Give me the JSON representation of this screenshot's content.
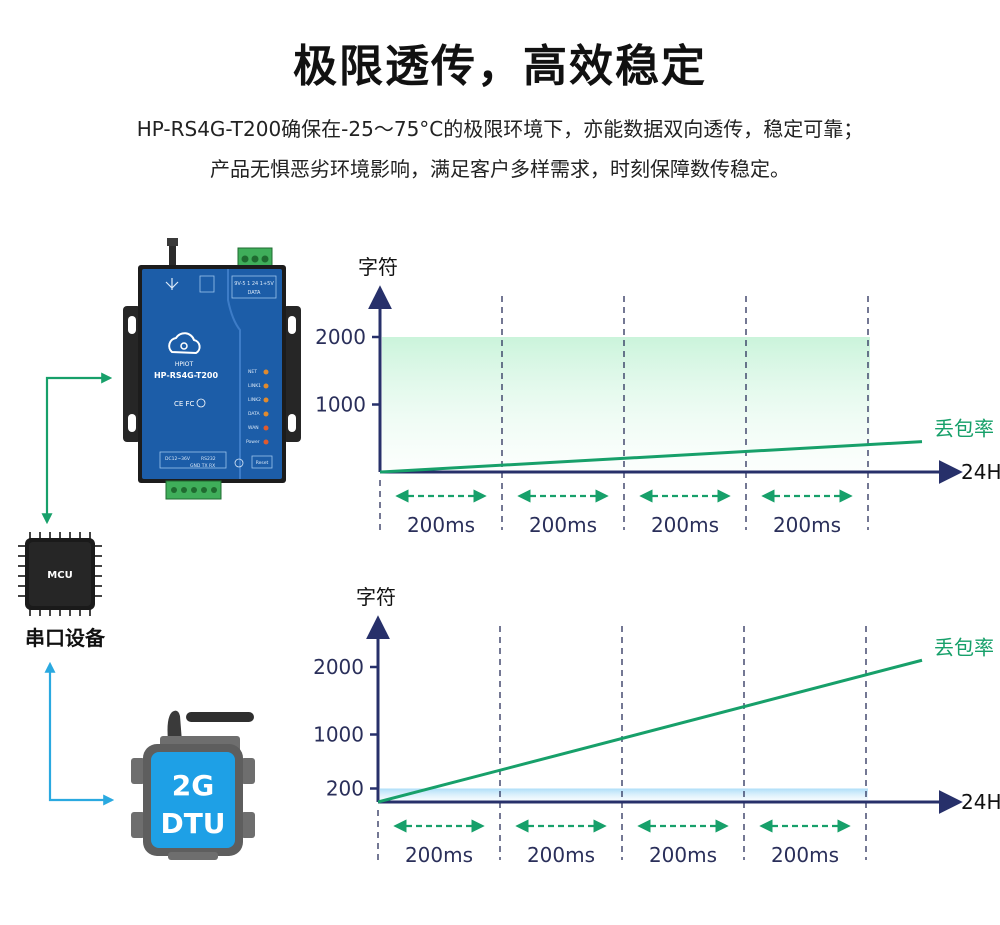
{
  "header": {
    "title": "极限透传，高效稳定",
    "desc_line1": "HP-RS4G-T200确保在-25～75°C的极限环境下，亦能数据双向透传，稳定可靠；",
    "desc_line2": "产品无惧恶劣环境影响，满足客户多样需求，时刻保障数传稳定。"
  },
  "devices": {
    "router": {
      "brand": "HPIOT",
      "model": "HP-RS4G-T200",
      "leds": [
        "NET",
        "LINK1",
        "LINK2",
        "DATA",
        "WAN",
        "Power"
      ],
      "cert": "CE FC",
      "bottom_left": "DC12~36V",
      "bottom_right": "RS232",
      "pins": "GND TX RX",
      "reset": "Reset",
      "terminal": "9V-5 1 24 1+5V",
      "terminal2": "DATA"
    },
    "mcu": {
      "chip_label": "MCU",
      "caption": "串口设备"
    },
    "dtu": {
      "line1": "2G",
      "line2": "DTU"
    }
  },
  "colors": {
    "green": "#17a06a",
    "blue": "#2aa9e0",
    "axis": "#27306a",
    "device_blue": "#1c5da8",
    "dtu_blue": "#1ea0e6"
  },
  "chart_data": [
    {
      "type": "line",
      "ylabel": "字符",
      "xlabel": "24H",
      "yticks": [
        1000,
        2000
      ],
      "ylim": [
        0,
        2700
      ],
      "intervals": [
        "200ms",
        "200ms",
        "200ms",
        "200ms"
      ],
      "band": {
        "from": 0,
        "to": 2000
      },
      "series": [
        {
          "name": "丢包率",
          "values": [
            {
              "x": 0,
              "y": 0
            },
            {
              "x": 1,
              "y": 450
            }
          ]
        }
      ]
    },
    {
      "type": "line",
      "ylabel": "字符",
      "xlabel": "24H",
      "yticks": [
        200,
        1000,
        2000
      ],
      "ylim": [
        0,
        2700
      ],
      "intervals": [
        "200ms",
        "200ms",
        "200ms",
        "200ms"
      ],
      "band": {
        "from": 0,
        "to": 200
      },
      "series": [
        {
          "name": "丢包率",
          "values": [
            {
              "x": 0,
              "y": 0
            },
            {
              "x": 1,
              "y": 2100
            }
          ]
        }
      ]
    }
  ]
}
